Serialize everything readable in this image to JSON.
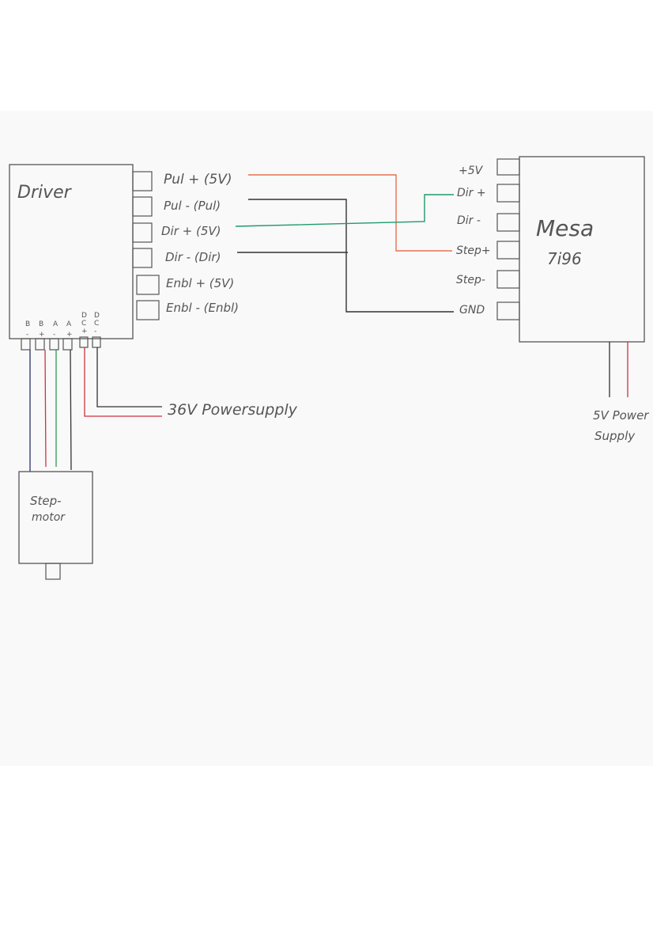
{
  "colors": {
    "pul_plus_wire": "#e8704f",
    "dir_plus_wire": "#1f9a6b",
    "black_wire": "#333333",
    "red_wire": "#cc3340",
    "green_wire": "#2e9a55",
    "navy_wire": "#2a2f6a",
    "sheet_bg": "#f9f9f9"
  },
  "driver": {
    "title": "Driver",
    "terminals": [
      "Pul + (5V)",
      "Pul - (Pul)",
      "Dir + (5V)",
      "Dir - (Dir)",
      "Enbl + (5V)",
      "Enbl - (Enbl)"
    ],
    "bottom_labels": [
      "B",
      "B",
      "A",
      "A",
      "D",
      "D"
    ],
    "bottom_signs": [
      "-",
      "+",
      "-",
      "+",
      "+",
      "-"
    ],
    "bottom_sub_labels": [
      "C",
      "C"
    ]
  },
  "mesa": {
    "title_line1": "Mesa",
    "title_line2": "7i96",
    "terminals": [
      "+5V",
      "Dir +",
      "Dir -",
      "Step+",
      "Step-",
      "GND"
    ]
  },
  "power_driver_label": "36V Powersupply",
  "power_mesa_label_line1": "5V Power",
  "power_mesa_label_line2": "Supply",
  "motor": {
    "label_line1": "Step-",
    "label_line2": "motor"
  }
}
